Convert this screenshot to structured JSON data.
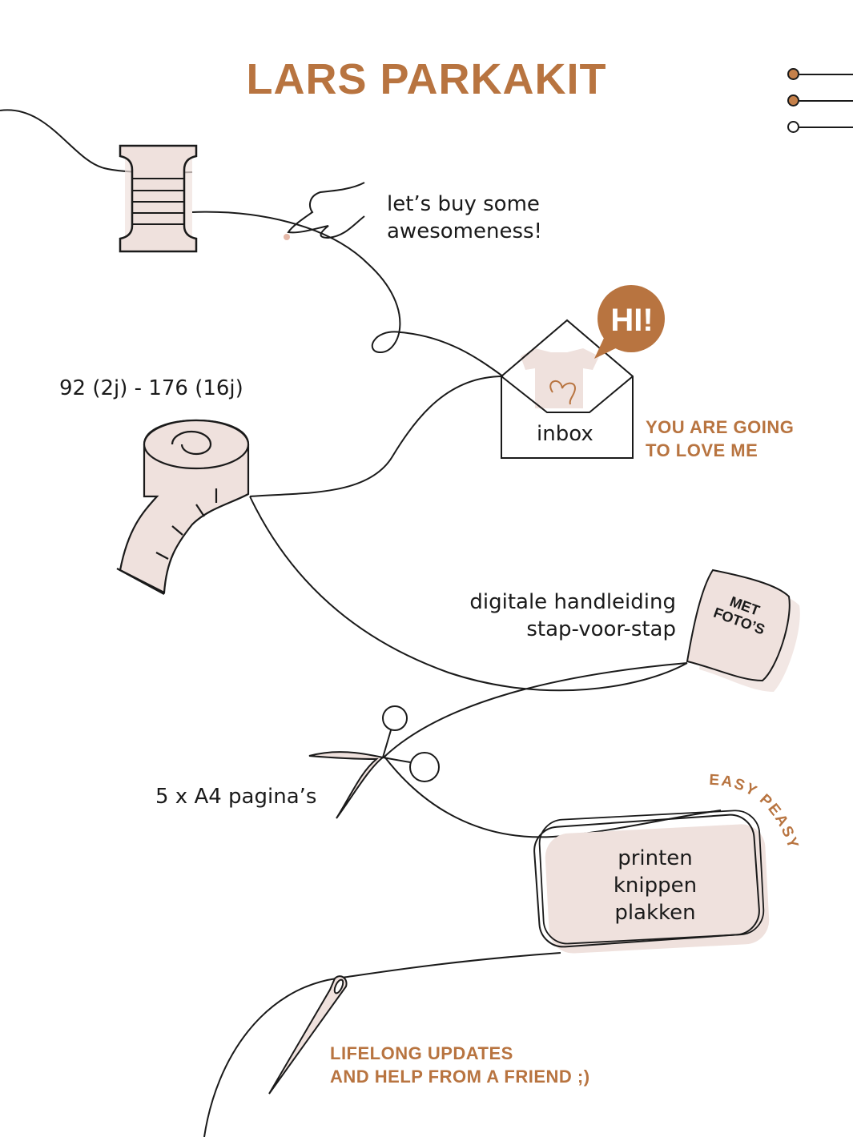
{
  "title": "LARS PARKAKIT",
  "colors": {
    "accent": "#b87440",
    "fill": "#efe1dd",
    "ink": "#1a1a1a"
  },
  "nav": {
    "steps": [
      {
        "state": "filled"
      },
      {
        "state": "filled"
      },
      {
        "state": "empty"
      }
    ]
  },
  "steps": {
    "buy": {
      "icon": "pointing-hand-icon",
      "line1": "let’s buy some",
      "line2": "awesomeness!"
    },
    "inbox": {
      "label": "inbox",
      "bubble": "HI!",
      "tagline1": "YOU ARE GOING",
      "tagline2": "TO LOVE ME"
    },
    "sizes": {
      "label": "92 (2j) - 176 (16j)"
    },
    "manual": {
      "line1": "digitale handleiding",
      "line2": "stap-voor-stap",
      "badge1": "MET",
      "badge2": "FOTO’S"
    },
    "pages": {
      "label": "5 x A4 pagina’s"
    },
    "diy": {
      "line1": "printen",
      "line2": "knippen",
      "line3": "plakken",
      "curved_label": "EASY PEASY"
    },
    "support": {
      "line1": "LIFELONG UPDATES",
      "line2": "AND HELP FROM A FRIEND ;)"
    }
  }
}
